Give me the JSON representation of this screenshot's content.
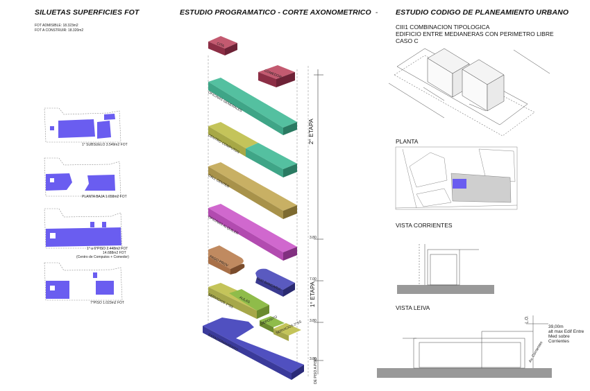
{
  "headings": {
    "left": "SILUETAS SUPERFICIES FOT",
    "center": "ESTUDIO PROGRAMATICO - CORTE AXONOMETRICO",
    "center_dash": "-",
    "right": "ESTUDIO CODIGO DE PLANEAMIENTO URBANO"
  },
  "fot": {
    "admisible": "FOT ADMISIBLE: 18.323m2",
    "construir": "FOT A CONSTRUIR: 18.320m2"
  },
  "silhouettes": [
    {
      "caption": "1° SUBSUELO 3.549m2 FOT",
      "caption2": ""
    },
    {
      "caption": "PLANTA BAJA 1.658m2 FOT",
      "caption2": ""
    },
    {
      "caption": "1° a 6°PISO 2.448m2 FOT",
      "caption2": "14.688m2 FOT"
    },
    {
      "caption": "7°PISO 1.023m2 FOT",
      "caption2": ""
    }
  ],
  "silhouette_note": "(Centro de Computos + Comedor)",
  "axon_blocks": [
    {
      "label": "CITA",
      "color": "#a33a52"
    },
    {
      "label": "COMEDOR",
      "color": "#a33a52"
    },
    {
      "label": "OFICINAS GENERALES",
      "color": "#3fa587"
    },
    {
      "label": "CENTRO COMPUTOS",
      "color": "#a7a846"
    },
    {
      "label": "CALL CENTER",
      "color": "#a8924a"
    },
    {
      "label": "OFICINAS ALQUILER",
      "color": "#b24bb0"
    },
    {
      "label": "PAGO PROV",
      "color": "#a87048"
    },
    {
      "label": "SUC BANCARIA",
      "color": "#4040a0"
    },
    {
      "label": "SERVICIOS 1°SS",
      "color": "#a6a74a"
    },
    {
      "label": "AULAS",
      "color": "#7a9e3a"
    },
    {
      "label": "DEPOSITO",
      "color": "#a6a74a"
    },
    {
      "label": "SERVICIOS 2°SS",
      "color": "#a6a74a"
    },
    {
      "label": "ESTACIONAMIENTO",
      "color": "#4040a0"
    }
  ],
  "axon_levels": {
    "etapa2": "2° ETAPA",
    "etapa1": "1° ETAPA",
    "l1": "3.80",
    "l2": "7.00",
    "l3": "3.80",
    "l4": "3.80",
    "piso": "DE PISO A PISO"
  },
  "right": {
    "ciii_line1": "CIII1 COMBINACION TIPOLOGICA",
    "ciii_line2": "EDIFICIO ENTRE MEDIANERAS CON PERIMETRO LIBRE",
    "ciii_line3": "CASO C",
    "planta": "PLANTA",
    "vista_corrientes": "VISTA CORRIENTES",
    "vista_leiva": "VISTA LEIVA",
    "leiva_h1": "39,00m",
    "leiva_h2": "alt max Edif Entre",
    "leiva_h3": "Med sobre",
    "leiva_h4": "Corrientes",
    "lo": "L.O.",
    "av_corrientes": "Av. Corrientes"
  },
  "colors": {
    "purple": "#6a5df0",
    "silhouette_outline": "#777777"
  }
}
